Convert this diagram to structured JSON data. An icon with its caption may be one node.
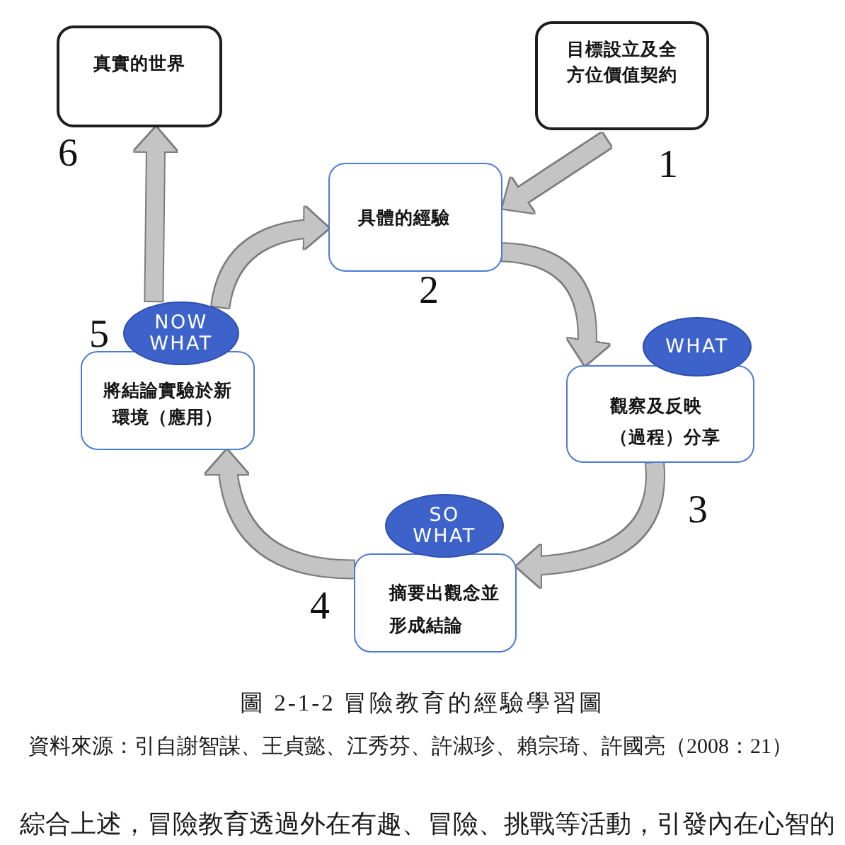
{
  "diagram": {
    "caption": "圖 2-1-2 冒險教育的經驗學習圖",
    "nodes": [
      {
        "text": [
          "真實的世界"
        ],
        "beside": [
          "6"
        ]
      },
      {
        "text": [
          "目標設立及全方位價值契約"
        ],
        "beside": [
          "1"
        ]
      },
      {
        "text": [
          "具體的經驗"
        ],
        "beside": [
          "2"
        ]
      },
      {
        "text": [
          "NOW WHAT"
        ]
      },
      {
        "text": [
          "將結論實驗於新環境（應用）"
        ],
        "beside": [
          "5"
        ]
      },
      {
        "text": [
          "WHAT"
        ]
      },
      {
        "text": [
          "觀察及反映（過程）分享"
        ],
        "beside": [
          "3"
        ]
      },
      {
        "text": [
          "SO WHAT"
        ]
      },
      {
        "text": [
          "摘要出觀念並形成結論"
        ],
        "beside": [
          "4"
        ]
      }
    ],
    "edges": [
      {
        "from": 1,
        "to": 2,
        "arrow": "to"
      },
      {
        "from": 2,
        "to": 6,
        "arrow": "to"
      },
      {
        "from": 6,
        "to": 8,
        "arrow": "to"
      },
      {
        "from": 8,
        "to": 4,
        "arrow": "to"
      },
      {
        "from": 3,
        "to": 2,
        "arrow": "to"
      },
      {
        "from": 3,
        "to": 0,
        "arrow": "to"
      }
    ],
    "labels": [
      "資料來源：引自謝智謀、王貞懿、江秀芬、許淑珍、賴宗琦、許國亮（2008：21）",
      "綜合上述，冒險教育透過外在有趣、冒險、挑戰等活動，引發內在心智的"
    ]
  }
}
